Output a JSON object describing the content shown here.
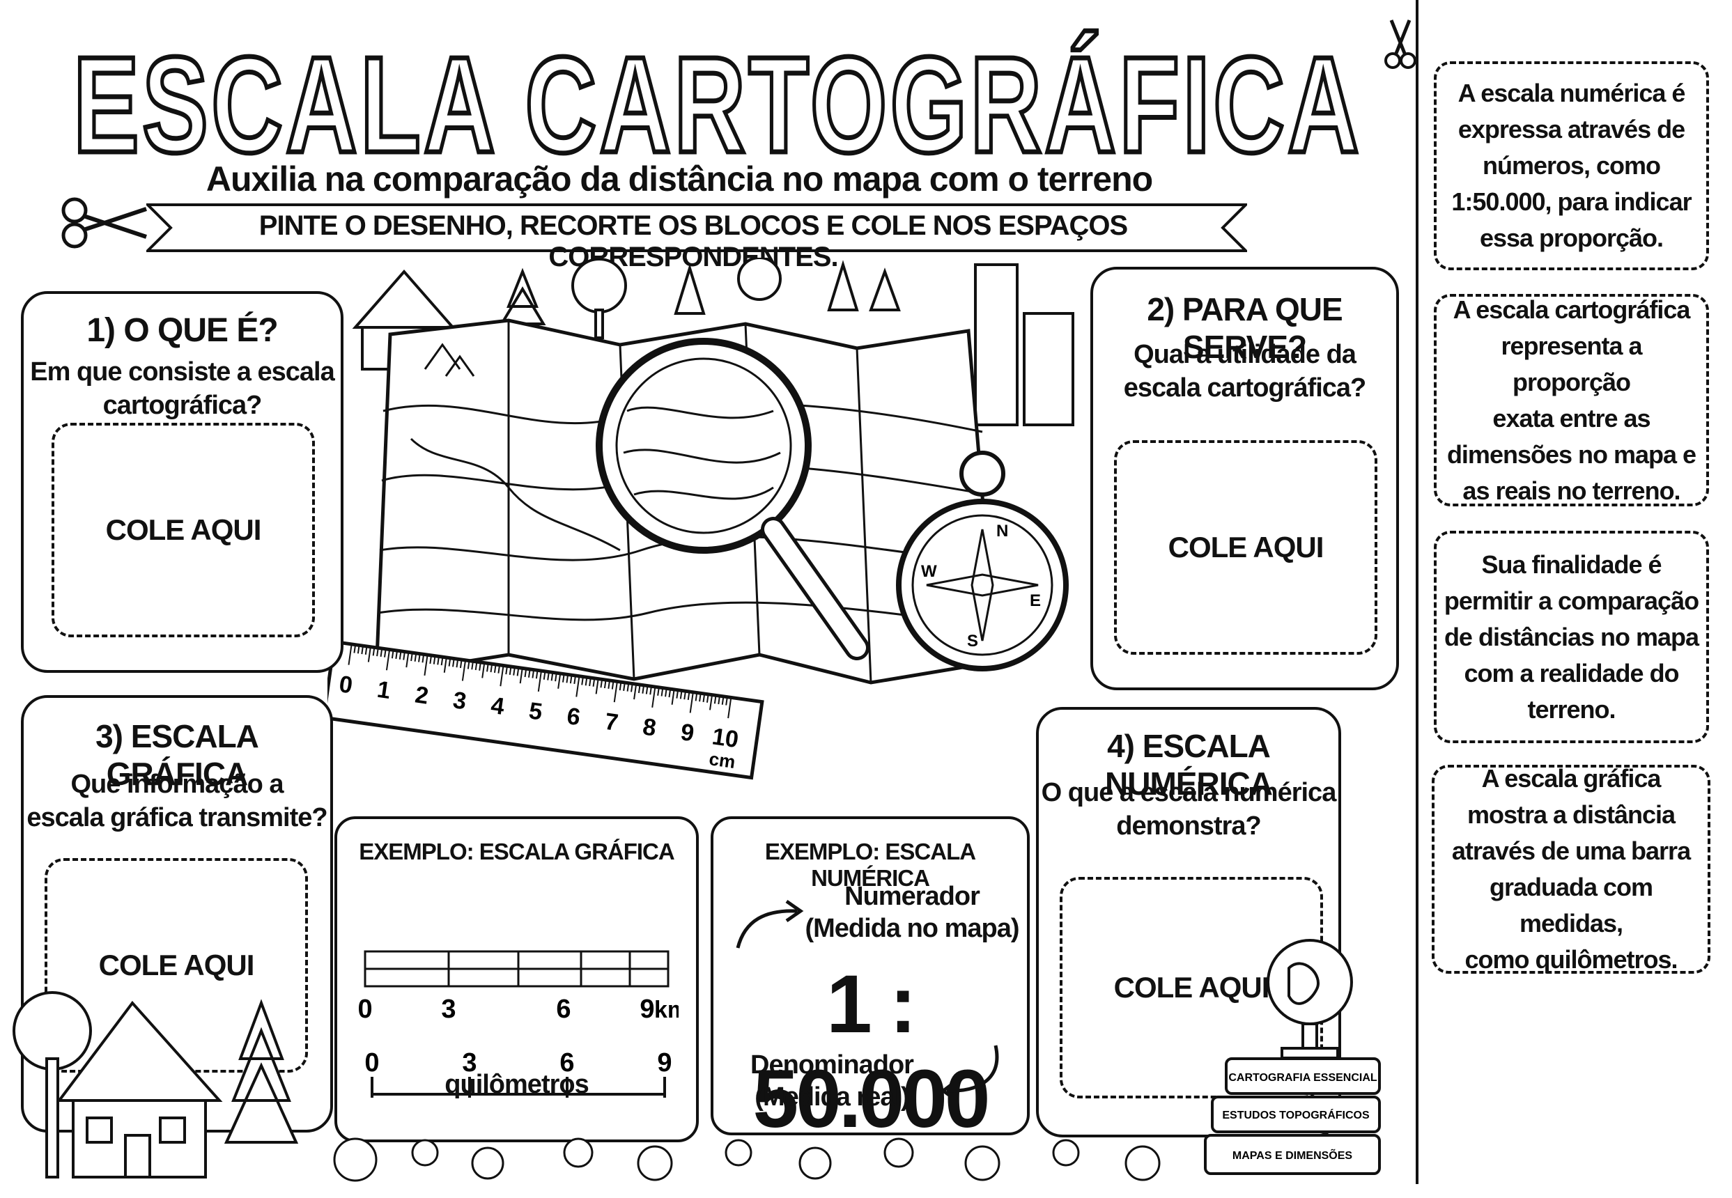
{
  "title": "ESCALA CARTOGRÁFICA",
  "subtitle": "Auxilia na comparação da distância no mapa com o terreno real.",
  "instruction": "PINTE O DESENHO, RECORTE OS BLOCOS E COLE NOS ESPAÇOS CORRESPONDENTES.",
  "sections": [
    {
      "heading": "1) O QUE É?",
      "question_lines": [
        "Em que consiste a escala",
        "cartográfica?"
      ],
      "paste_label": "COLE AQUI"
    },
    {
      "heading": "2) PARA QUE SERVE?",
      "question_lines": [
        "Qual a utilidade da",
        "escala cartográfica?"
      ],
      "paste_label": "COLE AQUI"
    },
    {
      "heading": "3) ESCALA GRÁFICA",
      "question_lines": [
        "Que informação a",
        "escala gráfica transmite?"
      ],
      "paste_label": "COLE AQUI"
    },
    {
      "heading": "4) ESCALA NUMÉRICA",
      "question_lines": [
        "O que a escala numérica",
        "demonstra?"
      ],
      "paste_label": "COLE AQUI"
    }
  ],
  "cut_blocks": [
    [
      "A escala numérica é",
      "expressa através de",
      "números, como",
      "1:50.000, para indicar",
      "essa proporção."
    ],
    [
      "A escala cartográfica",
      "representa a proporção",
      "exata entre as",
      "dimensões no mapa e",
      "as reais no terreno."
    ],
    [
      "Sua finalidade é",
      "permitir a comparação",
      "de distâncias no mapa",
      "com a realidade do",
      "terreno."
    ],
    [
      "A escala gráfica",
      "mostra a distância",
      "através de uma barra",
      "graduada com medidas,",
      "como quilômetros."
    ]
  ],
  "example_graphic": {
    "title": "EXEMPLO: ESCALA GRÁFICA",
    "bar_ticks": [
      "0",
      "3",
      "6",
      "9"
    ],
    "bar_unit": "km",
    "line_ticks": [
      "0",
      "3",
      "6",
      "9"
    ],
    "line_label": "quilômetros"
  },
  "example_numeric": {
    "title": "EXEMPLO: ESCALA NUMÉRICA",
    "numerator_label": "Numerador",
    "numerator_desc": "(Medida no mapa)",
    "ratio": "1 : 50.000",
    "denominator_label": "Denominador",
    "denominator_desc": "(Medida real)"
  },
  "ruler": {
    "ticks": [
      "0",
      "1",
      "2",
      "3",
      "4",
      "5",
      "6",
      "7",
      "8",
      "9",
      "10"
    ],
    "unit": "cm"
  },
  "compass": {
    "n": "N",
    "s": "S",
    "e": "E",
    "w": "W"
  },
  "books": [
    "CARTOGRAFIA ESSENCIAL",
    "ESTUDOS TOPOGRÁFICOS",
    "MAPAS E DIMENSÕES"
  ]
}
